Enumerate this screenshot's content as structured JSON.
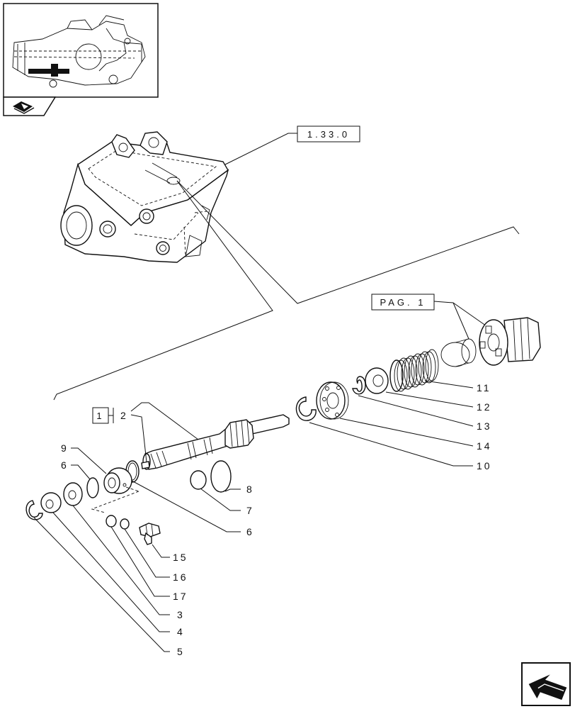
{
  "references": {
    "assembly_ref": "1.33.0",
    "page_ref": "PAG. 1",
    "kit_ref": "1"
  },
  "callouts": [
    {
      "id": "c1",
      "label": "2"
    },
    {
      "id": "c2",
      "label": "9"
    },
    {
      "id": "c3",
      "label": "6"
    },
    {
      "id": "c4",
      "label": "6"
    },
    {
      "id": "c5",
      "label": "7"
    },
    {
      "id": "c6",
      "label": "8"
    },
    {
      "id": "c7",
      "label": "10"
    },
    {
      "id": "c8",
      "label": "11"
    },
    {
      "id": "c9",
      "label": "12"
    },
    {
      "id": "c10",
      "label": "13"
    },
    {
      "id": "c11",
      "label": "14"
    },
    {
      "id": "c12",
      "label": "15"
    },
    {
      "id": "c13",
      "label": "16"
    },
    {
      "id": "c14",
      "label": "17"
    },
    {
      "id": "c15",
      "label": "3"
    },
    {
      "id": "c16",
      "label": "4"
    },
    {
      "id": "c17",
      "label": "5"
    }
  ],
  "icons": {
    "thumbnail_nav": "book-page-icon",
    "next_page": "arrow-next-icon"
  }
}
